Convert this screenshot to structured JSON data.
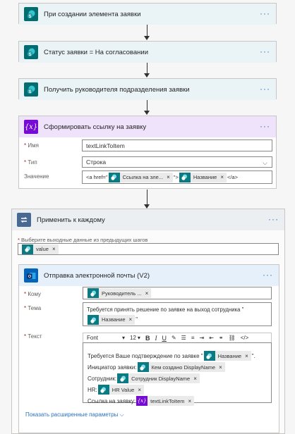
{
  "steps": [
    {
      "title": "При создании элемента заявки"
    },
    {
      "title": "Статус заявки = На согласовании"
    },
    {
      "title": "Получить руководителя подразделения заявки"
    }
  ],
  "compose": {
    "title": "Сформировать ссылку на заявку",
    "name_label": "Имя",
    "name_value": "textLinkToItem",
    "type_label": "Тип",
    "type_value": "Строка",
    "value_label": "Значение",
    "value_prefix": "<a href=\"",
    "token1": "Ссылка на эле...",
    "value_mid": "\">",
    "token2": "Название",
    "value_suffix": "</a>"
  },
  "loop": {
    "title": "Применить к каждому",
    "select_label": "Выберите выходные данные из предыдущих шагов",
    "token": "value"
  },
  "mail": {
    "title": "Отправка электронной почты (V2)",
    "to_label": "Кому",
    "to_token": "Руководитель ...",
    "subject_label": "Тема",
    "subject_text": "Требуется принять решение по заявке на выход сотрудника \"",
    "subject_token": "Название",
    "subject_end": "\"",
    "body_label": "Текст",
    "toolbar": {
      "font": "Font",
      "size": "12",
      "bold": "B",
      "italic": "I",
      "underline": "U"
    },
    "body": {
      "l1_text": "Требуется Ваше подтверждение по заявке \"",
      "l1_token": "Название",
      "l1_end": "\".",
      "l2_text": "Инициатор заявки:",
      "l2_token": "Кем создано DisplayName",
      "l3_text": "Сотрудник:",
      "l3_token": "Сотрудник DisplayName",
      "l4_text": "HR:",
      "l4_token": "HR Value",
      "l5_text": "Ссылка на заявку:",
      "l5_token": "textLinkToItem"
    },
    "advanced": "Показать расширенные параметры"
  },
  "icons": {
    "more": "more-dots-icon",
    "remove": "×",
    "sharepoint": "sharepoint-icon",
    "variable": "{x}",
    "loop": "loop-icon",
    "outlook": "outlook-icon"
  }
}
